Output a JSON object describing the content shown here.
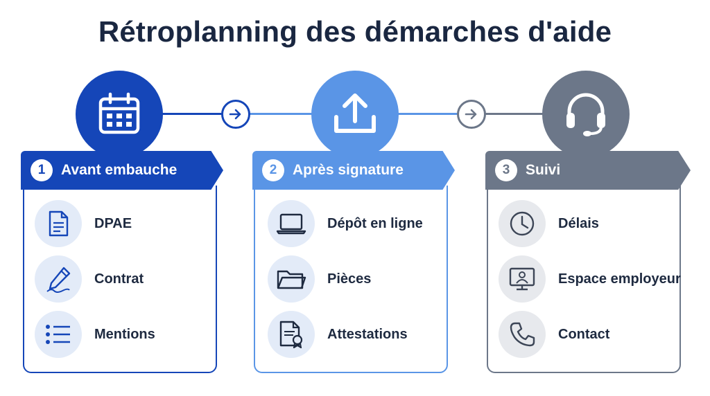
{
  "title": "Rétroplanning des démarches d'aide",
  "colors": {
    "step1": "#1546b8",
    "step2": "#5a95e6",
    "step3": "#6c7789",
    "text": "#1a2741"
  },
  "steps": [
    {
      "number": "1",
      "label": "Avant embauche",
      "header_icon": "calendar-icon",
      "items": [
        {
          "label": "DPAE",
          "icon": "document-icon"
        },
        {
          "label": "Contrat",
          "icon": "pen-signature-icon"
        },
        {
          "label": "Mentions",
          "icon": "list-icon"
        }
      ]
    },
    {
      "number": "2",
      "label": "Après signature",
      "header_icon": "upload-icon",
      "items": [
        {
          "label": "Dépôt en ligne",
          "icon": "laptop-icon"
        },
        {
          "label": "Pièces",
          "icon": "folder-icon"
        },
        {
          "label": "Attestations",
          "icon": "certificate-icon"
        }
      ]
    },
    {
      "number": "3",
      "label": "Suivi",
      "header_icon": "headset-icon",
      "items": [
        {
          "label": "Délais",
          "icon": "clock-icon"
        },
        {
          "label": "Espace employeur",
          "icon": "monitor-user-icon"
        },
        {
          "label": "Contact",
          "icon": "phone-icon"
        }
      ]
    }
  ]
}
